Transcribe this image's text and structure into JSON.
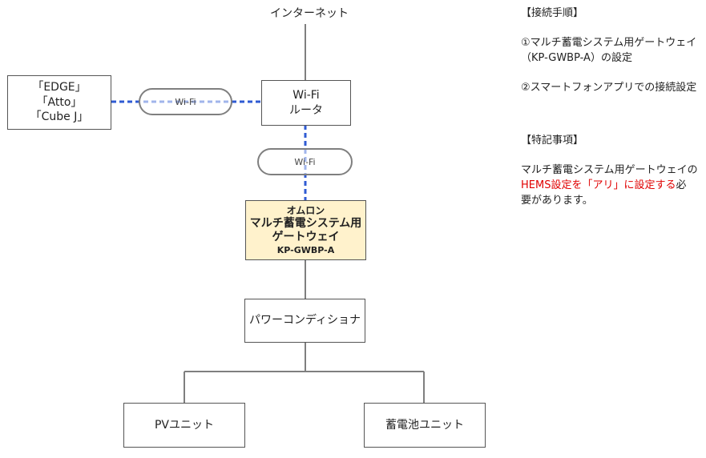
{
  "internet": "インターネット",
  "devices": [
    "「EDGE」",
    "「Atto」",
    "「Cube J」"
  ],
  "router": [
    "Wi-Fi",
    "ルータ"
  ],
  "wifi_label_left": "Wi-Fi",
  "wifi_label_vertical": "Wi-Fi",
  "gateway": {
    "maker": "オムロン",
    "name_line1": "マルチ蓄電システム用",
    "name_line2": "ゲートウェイ",
    "model": "KP-GWBP-A"
  },
  "power_conditioner": "パワーコンディショナ",
  "pv_unit": "PVユニット",
  "battery_unit": "蓄電池ユニット",
  "colors": {
    "wifi_line": "#2f5bd3",
    "gateway_fill": "#fff2cc",
    "note_highlight": "#e00000",
    "line": "#7f7f7f"
  },
  "notes": {
    "procedure_title": "【接続手順】",
    "step1_line1": "①マルチ蓄電システム用ゲートウェイ",
    "step1_line2": "（KP-GWBP-A）の設定",
    "step2": "②スマートフォンアプリでの接続設定",
    "special_title": "【特記事項】",
    "special_line1": "マルチ蓄電システム用ゲートウェイの",
    "special_highlight": "HEMS設定を「アリ」に設定する",
    "special_tail": "必",
    "special_line3": "要があります。"
  }
}
